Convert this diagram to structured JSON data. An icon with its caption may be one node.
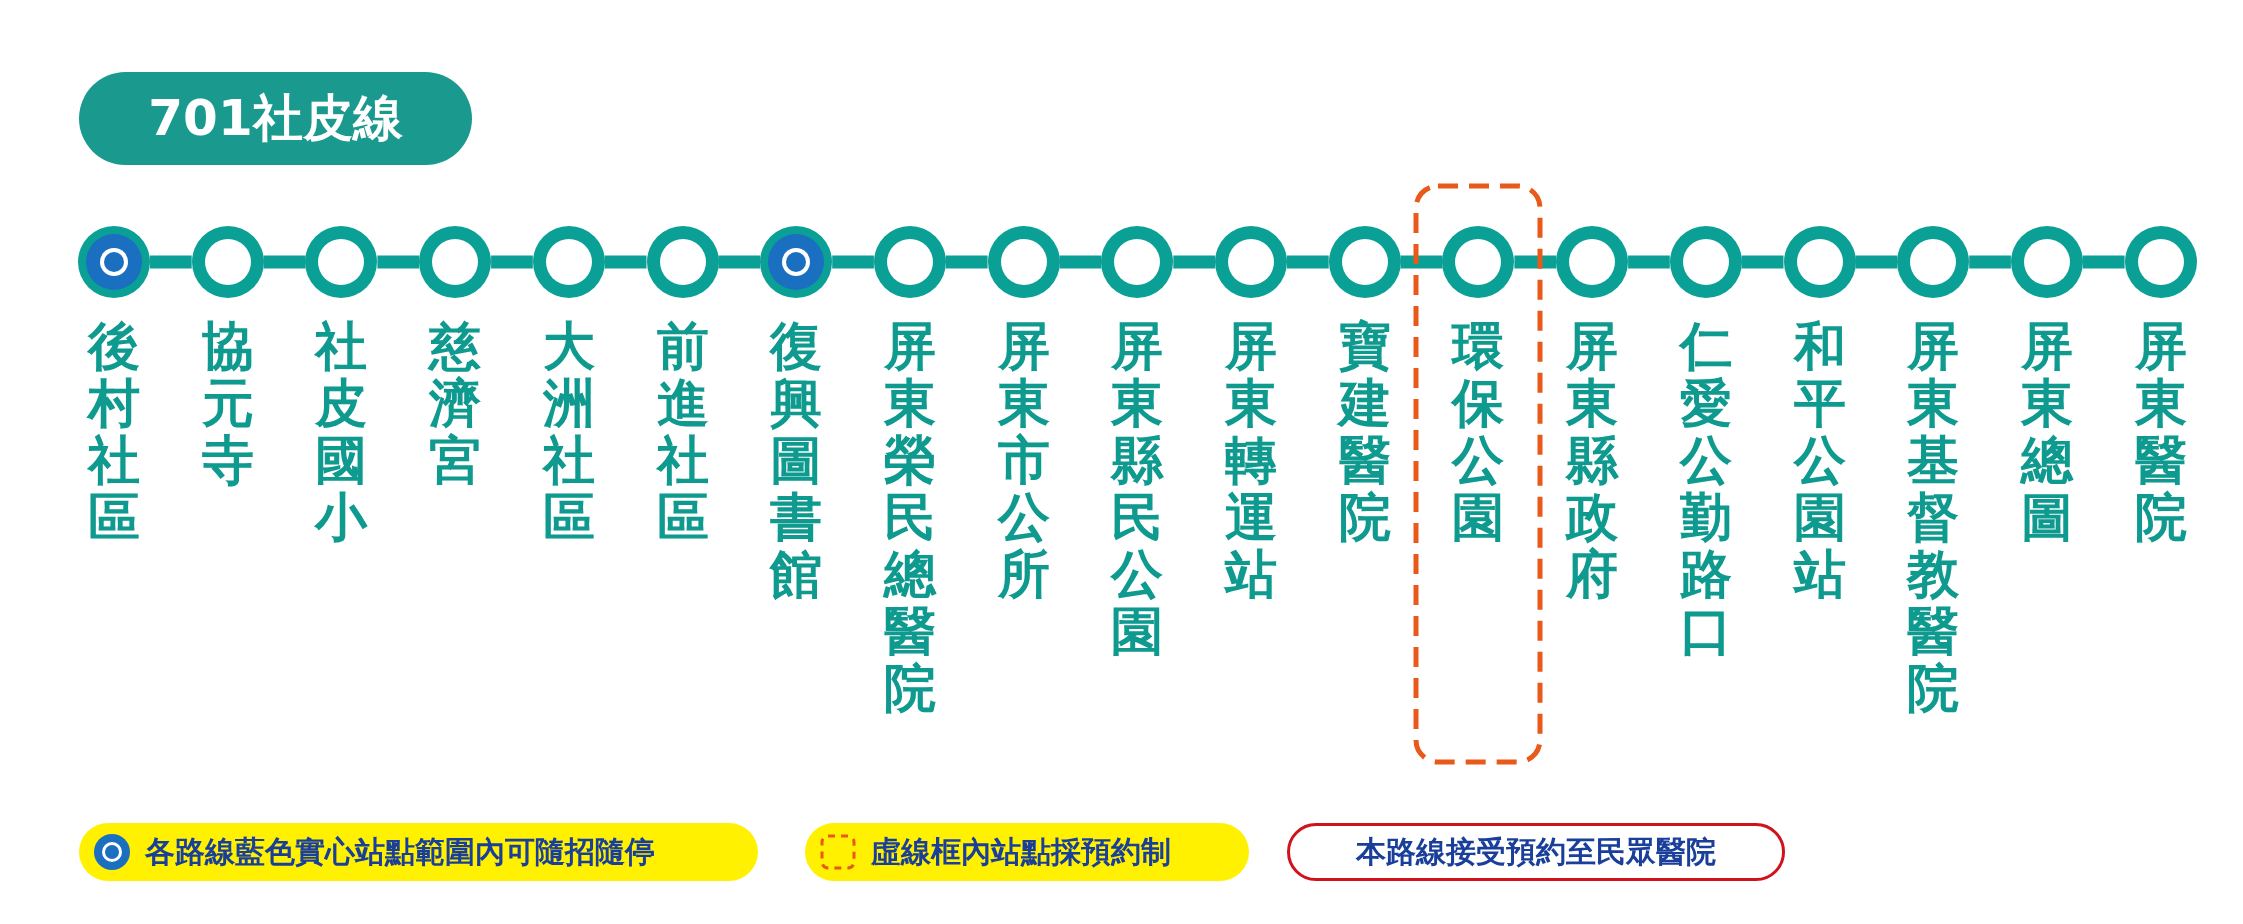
{
  "diagram": {
    "title": "701社皮線",
    "nodes": [
      {
        "text": [
          "後村社區"
        ]
      },
      {
        "text": [
          "協元寺"
        ]
      },
      {
        "text": [
          "社皮國小"
        ]
      },
      {
        "text": [
          "慈濟宮"
        ]
      },
      {
        "text": [
          "大洲社區"
        ]
      },
      {
        "text": [
          "前進社區"
        ]
      },
      {
        "text": [
          "復興圖書館"
        ]
      },
      {
        "text": [
          "屏東榮民總醫院"
        ]
      },
      {
        "text": [
          "屏東市公所"
        ]
      },
      {
        "text": [
          "屏東縣民公園"
        ]
      },
      {
        "text": [
          "屏東轉運站"
        ]
      },
      {
        "text": [
          "寶建醫院"
        ]
      },
      {
        "text": [],
        "shape": "box"
      },
      {
        "text": [
          "環保公園"
        ],
        "in": 12
      },
      {
        "text": [
          "屏東縣政府"
        ]
      },
      {
        "text": [
          "仁愛公勤路口"
        ]
      },
      {
        "text": [
          "和平公園站"
        ]
      },
      {
        "text": [
          "屏東基督教醫院"
        ]
      },
      {
        "text": [
          "屏東總圖"
        ]
      },
      {
        "text": [
          "屏東醫院"
        ]
      }
    ],
    "edges": [
      {
        "from": 0,
        "to": 1,
        "arrow": "none"
      },
      {
        "from": 1,
        "to": 2,
        "arrow": "none"
      },
      {
        "from": 2,
        "to": 3,
        "arrow": "none"
      },
      {
        "from": 3,
        "to": 4,
        "arrow": "none"
      },
      {
        "from": 4,
        "to": 5,
        "arrow": "none"
      },
      {
        "from": 5,
        "to": 6,
        "arrow": "none"
      },
      {
        "from": 6,
        "to": 7,
        "arrow": "none"
      },
      {
        "from": 7,
        "to": 8,
        "arrow": "none"
      },
      {
        "from": 8,
        "to": 9,
        "arrow": "none"
      },
      {
        "from": 9,
        "to": 10,
        "arrow": "none"
      },
      {
        "from": 10,
        "to": 11,
        "arrow": "none"
      },
      {
        "from": 11,
        "to": 13,
        "arrow": "none"
      },
      {
        "from": 13,
        "to": 14,
        "arrow": "none"
      },
      {
        "from": 14,
        "to": 15,
        "arrow": "none"
      },
      {
        "from": 15,
        "to": 16,
        "arrow": "none"
      },
      {
        "from": 16,
        "to": 17,
        "arrow": "none"
      },
      {
        "from": 17,
        "to": 18,
        "arrow": "none"
      },
      {
        "from": 18,
        "to": 19,
        "arrow": "none"
      }
    ],
    "labels": [
      "本路線接受預約至民眾醫院"
    ],
    "legend": [
      {
        "text": "各路線藍色實心站點範圍內可隨招隨停"
      },
      {
        "text": "虛線框內站點採預約制"
      }
    ]
  }
}
